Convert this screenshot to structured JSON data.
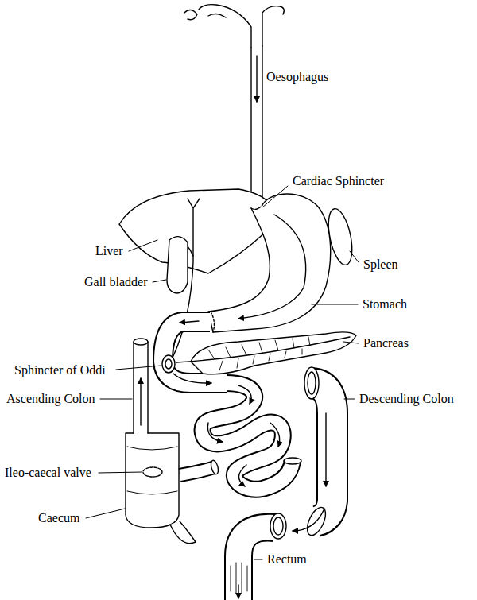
{
  "diagram": {
    "labels": [
      "Oesophagus",
      "Cardiac Sphincter",
      "Liver",
      "Spleen",
      "Gall bladder",
      "Stomach",
      "Pancreas",
      "Sphincter of Oddi",
      "Ascending Colon",
      "Descending Colon",
      "Ileo-caecal valve",
      "Caecum",
      "Rectum"
    ]
  }
}
